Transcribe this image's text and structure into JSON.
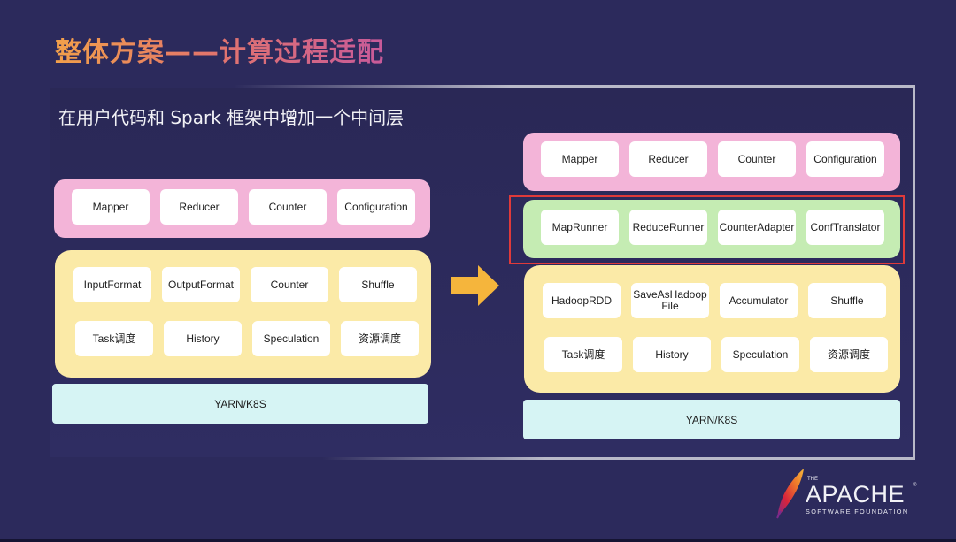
{
  "slide": {
    "title": "整体方案——计算过程适配",
    "subtitle": "在用户代码和 Spark 框架中增加一个中间层"
  },
  "left": {
    "user_layer": [
      "Mapper",
      "Reducer",
      "Counter",
      "Configuration"
    ],
    "framework_row1": [
      "InputFormat",
      "OutputFormat",
      "Counter",
      "Shuffle"
    ],
    "framework_row2": [
      "Task调度",
      "History",
      "Speculation",
      "资源调度"
    ],
    "base": "YARN/K8S"
  },
  "right": {
    "user_layer": [
      "Mapper",
      "Reducer",
      "Counter",
      "Configuration"
    ],
    "adapter_layer": [
      "MapRunner",
      "ReduceRunner",
      "CounterAdapter",
      "ConfTranslator"
    ],
    "framework_row1": [
      "HadoopRDD",
      "SaveAsHadoop\nFile",
      "Accumulator",
      "Shuffle"
    ],
    "framework_row2": [
      "Task调度",
      "History",
      "Speculation",
      "资源调度"
    ],
    "base": "YARN/K8S"
  },
  "logo": {
    "the": "THE",
    "name": "APACHE",
    "registered": "®",
    "foundation": "SOFTWARE FOUNDATION"
  },
  "colors": {
    "background": "#2c2a5c",
    "user_layer": "#f3b4d8",
    "adapter_layer": "#c5ecb3",
    "framework_layer": "#fbeaa7",
    "base_layer": "#d6f4f4",
    "arrow": "#f5b53c",
    "highlight": "#e03a3a"
  },
  "icons": [
    "right-arrow-icon",
    "apache-feather-icon"
  ]
}
